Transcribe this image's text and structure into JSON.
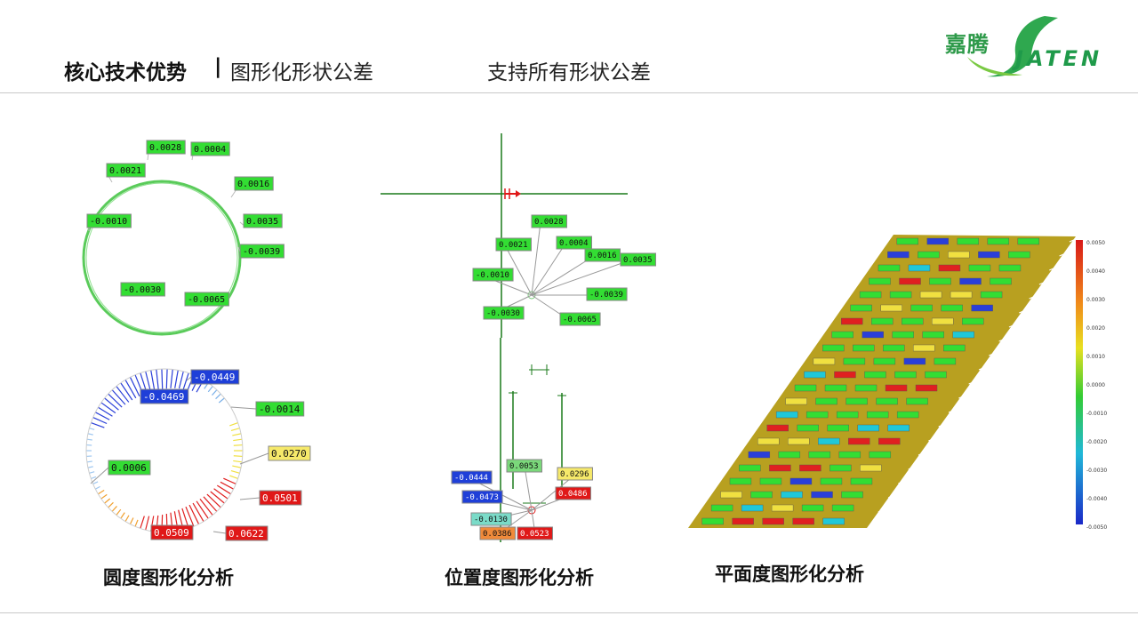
{
  "header": {
    "title_bold": "核心技术优势",
    "title_separator": "|",
    "title_sub": "图形化形状公差",
    "title_right": "支持所有形状公差"
  },
  "logo": {
    "cn": "嘉腾",
    "en": "JATEN",
    "color": "#1f9a4a"
  },
  "captions": {
    "roundness": "圆度图形化分析",
    "position": "位置度图形化分析",
    "flatness": "平面度图形化分析"
  },
  "roundness_top_labels": [
    "0.0028",
    "0.0004",
    "0.0021",
    "0.0016",
    "-0.0010",
    "0.0035",
    "-0.0039",
    "-0.0030",
    "-0.0065"
  ],
  "roundness_bottom_labels": [
    "-0.0449",
    "-0.0469",
    "-0.0014",
    "0.0270",
    "0.0006",
    "0.0501",
    "0.0509",
    "0.0622"
  ],
  "position_top_labels": [
    "0.0028",
    "0.0021",
    "0.0004",
    "0.0016",
    "0.0035",
    "-0.0010",
    "-0.0039",
    "-0.0030",
    "-0.0065"
  ],
  "position_bottom_labels": [
    "-0.0444",
    "0.0053",
    "0.0296",
    "-0.0473",
    "0.0486",
    "-0.0130",
    "0.0386",
    "0.0523"
  ],
  "flatness_scale_labels": [
    "0.0050",
    "0.0040",
    "0.0030",
    "0.0020",
    "0.0010",
    "0.0000",
    "-0.0010",
    "-0.0020",
    "-0.0030",
    "-0.0040",
    "-0.0050"
  ],
  "colors": {
    "green_label": "#33dd33",
    "blue_label": "#1f3fd8",
    "red_label": "#e01818",
    "yellow_label": "#f6e96a",
    "orange_label": "#f08a3a",
    "plate": "#b8a020",
    "line_green": "#1a7a1a"
  }
}
